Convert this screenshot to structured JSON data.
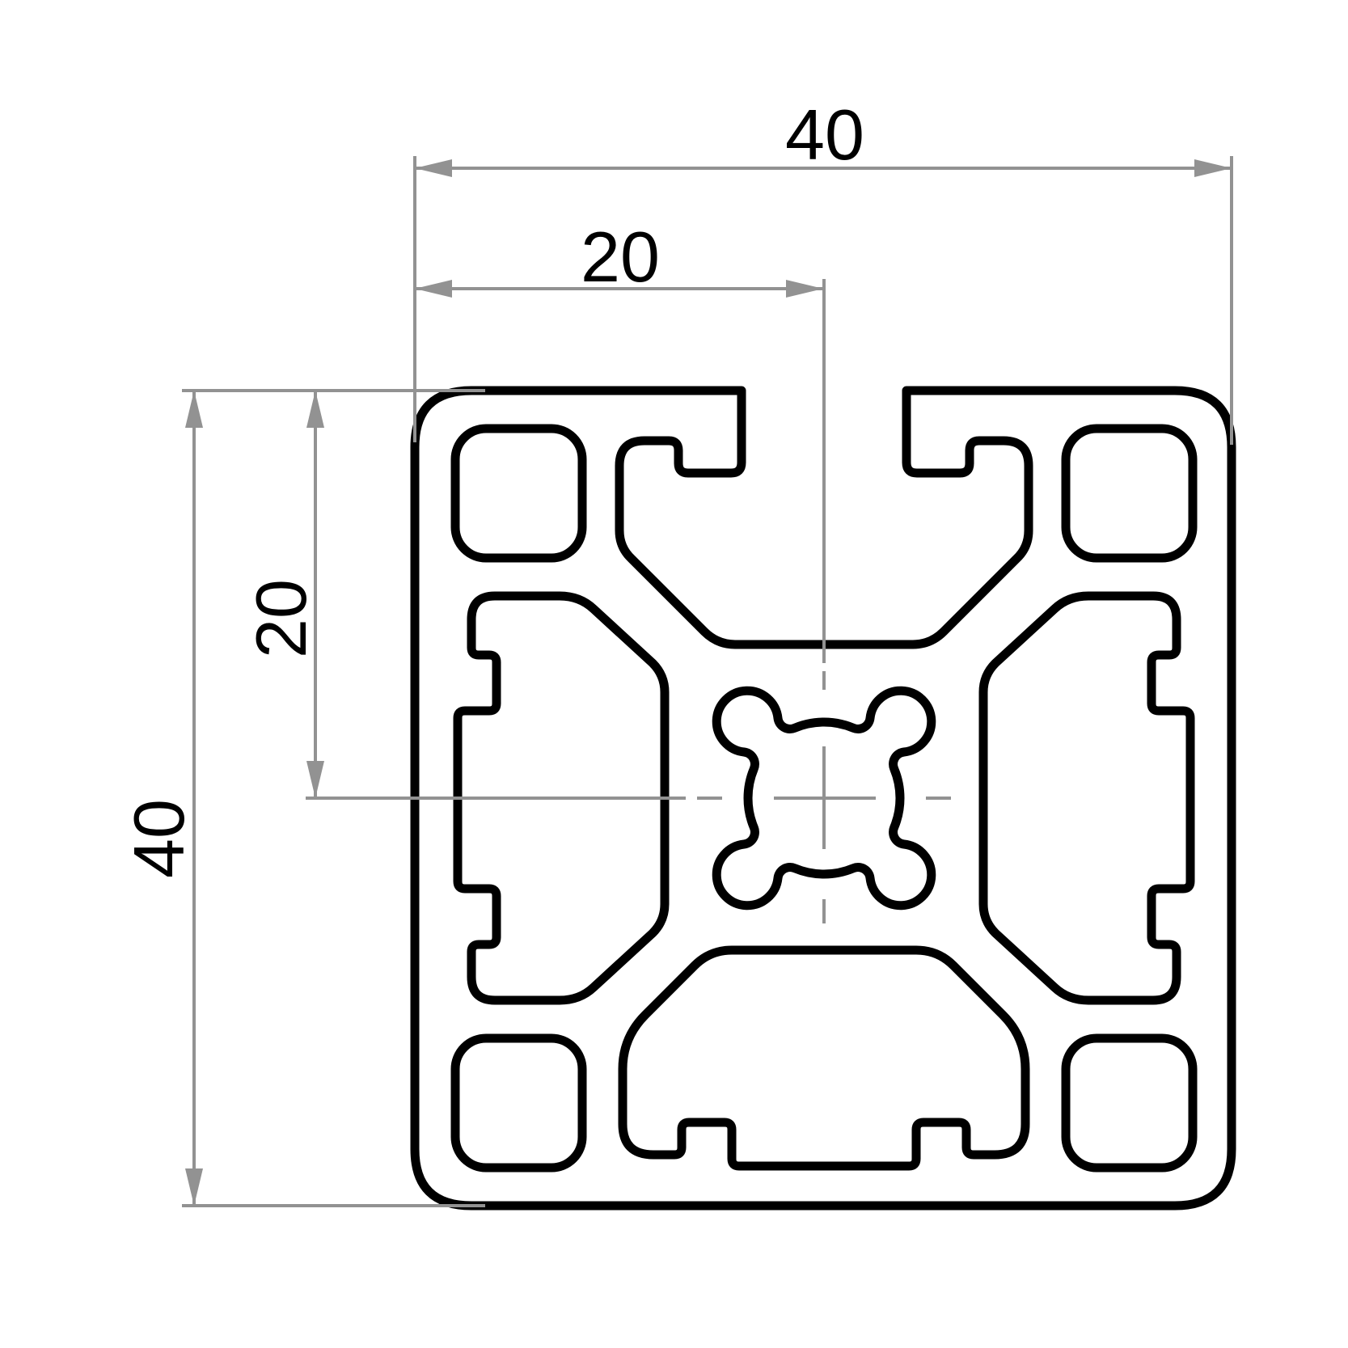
{
  "drawing": {
    "dimensions": {
      "top_total": "40",
      "top_to_center": "20",
      "left_total": "40",
      "left_to_center": "20"
    },
    "colors": {
      "outline": "#000000",
      "dimension_lines": "#929292",
      "text": "#000000",
      "background": "#ffffff"
    }
  }
}
